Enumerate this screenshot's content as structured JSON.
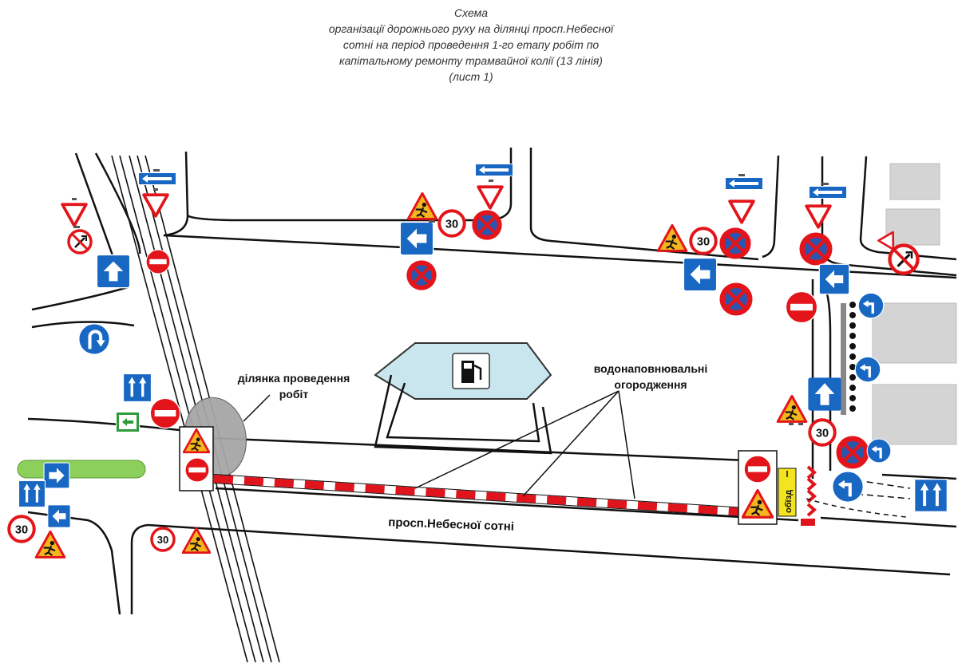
{
  "title": {
    "line1": "Схема",
    "line2": "організації дорожнього руху на ділянці просп.Небесної",
    "line3": "сотні на період проведення 1-го етапу робіт по",
    "line4": "капітальному ремонту трамвайної колії (13 лінія)",
    "line5": "(лист 1)"
  },
  "labels": {
    "work_zone_line1": "ділянка проведення",
    "work_zone_line2": "робіт",
    "barriers_line1": "водонаповнювальні",
    "barriers_line2": "огородження",
    "street": "просп.Небесної сотні",
    "detour": "обїзд"
  },
  "signs": {
    "speed_limit": "30"
  },
  "colors": {
    "road_line": "#111111",
    "sign_red": "#e3151a",
    "sign_blue": "#1767c3",
    "barrier_red": "#e0141c",
    "green_strip": "#8ccf5a",
    "gas_station": "#c9e6ef",
    "building": "#d4d4d4",
    "work_zone": "#a6a6a6"
  },
  "icons": [
    "fuel-pump-icon",
    "worker-icon",
    "arrow-icon"
  ]
}
